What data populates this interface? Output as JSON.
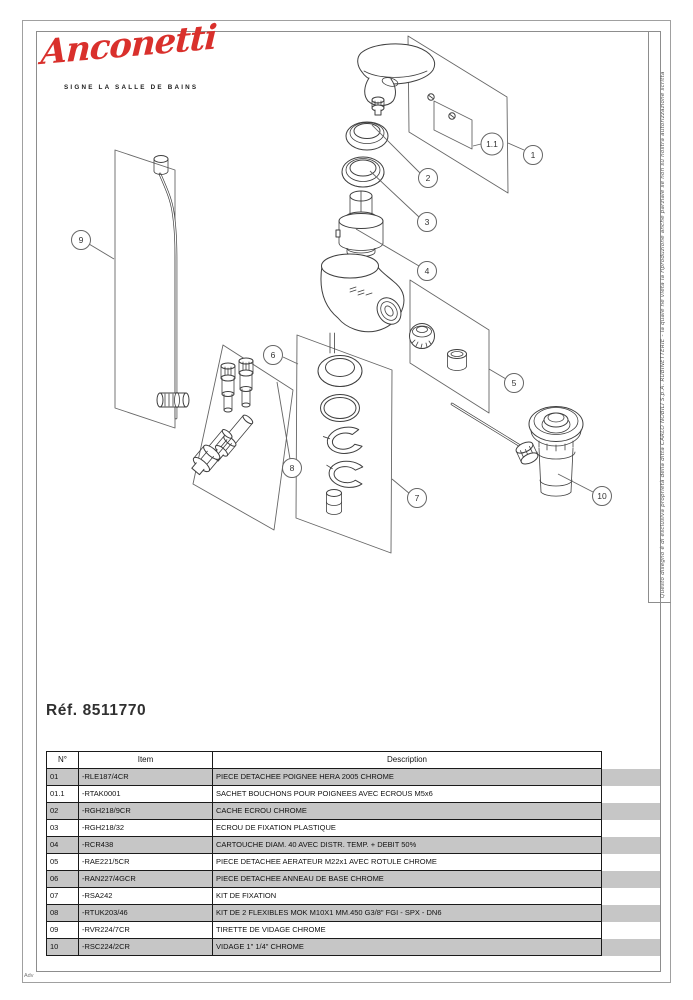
{
  "logo": {
    "brand": "Anconetti",
    "tagline": "SIGNE LA SALLE DE BAINS"
  },
  "reference": "Réf. 8511770",
  "side_note": "Questo disegno è di esclusiva proprietà della ditta CARLO NOBILI S.p.A. RUBINETTERIE - la quale ne vieta la riproduzione anche parziale se non su nostra autorizzazione scritta",
  "footer_note": "Adv",
  "diagram": {
    "callouts": {
      "c1": "1",
      "c1_1": "1.1",
      "c2": "2",
      "c3": "3",
      "c4": "4",
      "c5": "5",
      "c6": "6",
      "c7": "7",
      "c8": "8",
      "c9": "9",
      "c10": "10"
    }
  },
  "table": {
    "headers": [
      "N°",
      "Item",
      "Description"
    ],
    "rows": [
      {
        "num": "01",
        "item": "-RLE187/4CR",
        "description": "PIECE DETACHEE POIGNEE HERA 2005 CHROME",
        "shaded": true
      },
      {
        "num": "01.1",
        "item": "-RTAK0001",
        "description": "SACHET BOUCHONS POUR POIGNEES AVEC ECROUS M5x6",
        "shaded": false
      },
      {
        "num": "02",
        "item": "-RGH218/9CR",
        "description": "CACHE ECROU CHROME",
        "shaded": true
      },
      {
        "num": "03",
        "item": "-RGH218/32",
        "description": "ECROU DE FIXATION PLASTIQUE",
        "shaded": false
      },
      {
        "num": "04",
        "item": "-RCR438",
        "description": "CARTOUCHE DIAM. 40 AVEC DISTR. TEMP. + DEBIT 50%",
        "shaded": true
      },
      {
        "num": "05",
        "item": "-RAE221/5CR",
        "description": "PIECE DETACHEE AERATEUR M22x1 AVEC ROTULE CHROME",
        "shaded": false
      },
      {
        "num": "06",
        "item": "-RAN227/4GCR",
        "description": "PIECE DETACHEE ANNEAU DE BASE CHROME",
        "shaded": true
      },
      {
        "num": "07",
        "item": "-RSA242",
        "description": "KIT DE FIXATION",
        "shaded": false
      },
      {
        "num": "08",
        "item": "-RTUK203/46",
        "description": "KIT DE 2 FLEXIBLES MOK M10X1 MM.450 G3/8\" FGI - SPX - DN6",
        "shaded": true
      },
      {
        "num": "09",
        "item": "-RVR224/7CR",
        "description": "TIRETTE DE VIDAGE CHROME",
        "shaded": false
      },
      {
        "num": "10",
        "item": "-RSC224/2CR",
        "description": "VIDAGE 1\" 1/4\" CHROME",
        "shaded": true
      }
    ]
  },
  "colors": {
    "brand_red": "#d9302c",
    "row_shade": "#c6c6c6",
    "frame_gray": "#8d8d8d",
    "line_dark": "#3f3f3f"
  }
}
